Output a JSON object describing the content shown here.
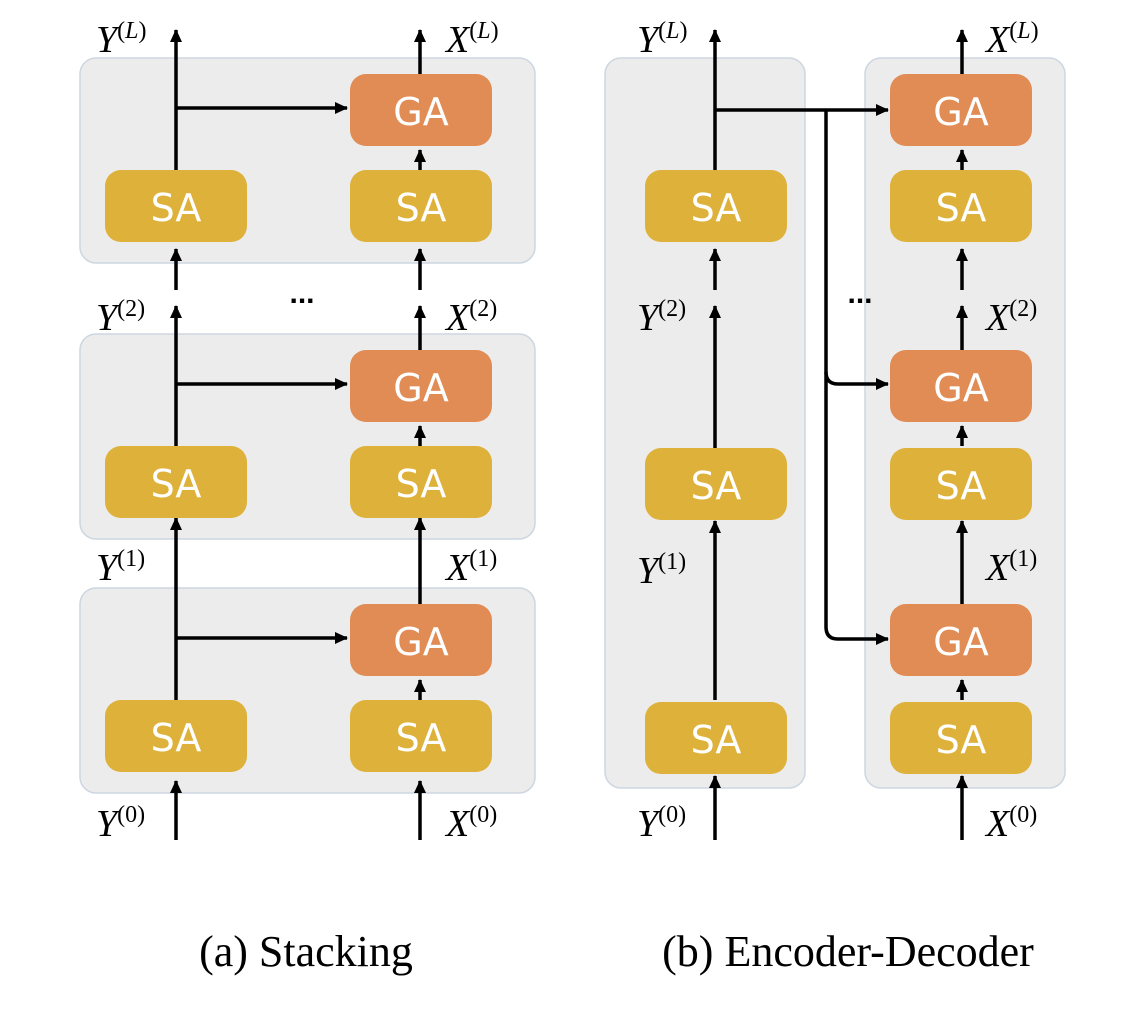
{
  "colors": {
    "panel_fill": "#ececec",
    "panel_stroke": "#cdd6e0",
    "sa_fill": "#deb13b",
    "ga_fill": "#e18c55",
    "arrow": "#000000"
  },
  "blocks": {
    "sa": "SA",
    "ga": "GA"
  },
  "ellipsis": "...",
  "labels": {
    "y_base": "Y",
    "x_base": "X",
    "sup_0": "(0)",
    "sup_1": "(1)",
    "sup_2": "(2)",
    "sup_L_open": "(",
    "sup_L_var": "L",
    "sup_L_close": ")"
  },
  "captions": {
    "stacking": "(a) Stacking",
    "encoder_decoder": "(b) Encoder-Decoder"
  }
}
